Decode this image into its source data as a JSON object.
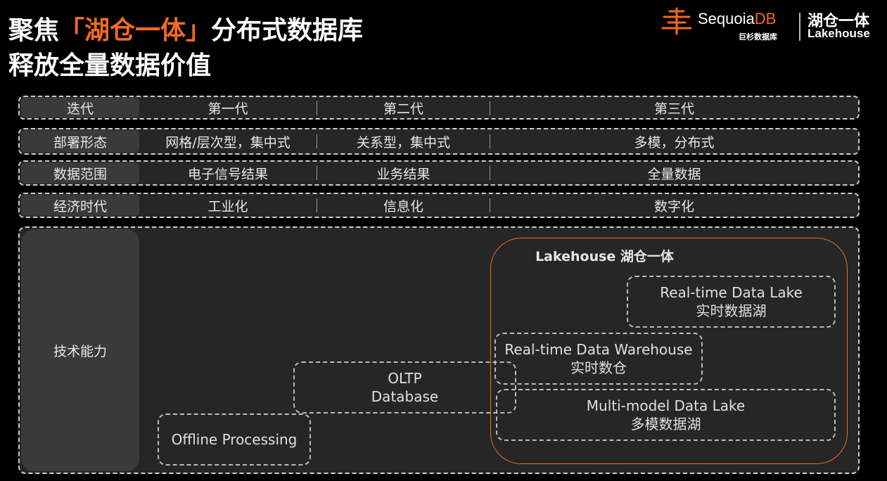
{
  "header": {
    "title_line1_pre": "聚焦",
    "title_line1_accent": "「湖仓一体」",
    "title_line1_post": "分布式数据库",
    "title_line2": "释放全量数据价值"
  },
  "logo": {
    "brand": "Sequoia",
    "brand_suffix": "DB",
    "brand_sub": "巨杉数据库",
    "lakehouse_cn": "湖仓一体",
    "lakehouse_en": "Lakehouse",
    "accent_color": "#f26b21"
  },
  "rows": [
    {
      "head": "迭代",
      "cells": [
        "第一代",
        "第二代",
        "第三代"
      ]
    },
    {
      "head": "部署形态",
      "cells": [
        "网格/层次型，集中式",
        "关系型，集中式",
        "多模，分布式"
      ]
    },
    {
      "head": "数据范围",
      "cells": [
        "电子信号结果",
        "业务结果",
        "全量数据"
      ]
    },
    {
      "head": "经济时代",
      "cells": [
        "工业化",
        "信息化",
        "数字化"
      ]
    }
  ],
  "tech": {
    "head": "技术能力",
    "lakehouse_title": "Lakehouse 湖仓一体",
    "boxes": {
      "offline": {
        "en": "Offline Processing"
      },
      "oltp": {
        "en": "OLTP",
        "en2": "Database"
      },
      "rt_lake": {
        "en": "Real-time Data Lake",
        "cn": "实时数据湖"
      },
      "rt_wh": {
        "en": "Real-time Data Warehouse",
        "cn": "实时数仓"
      },
      "mm_lake": {
        "en": "Multi-model Data Lake",
        "cn": "多模数据湖"
      }
    }
  }
}
